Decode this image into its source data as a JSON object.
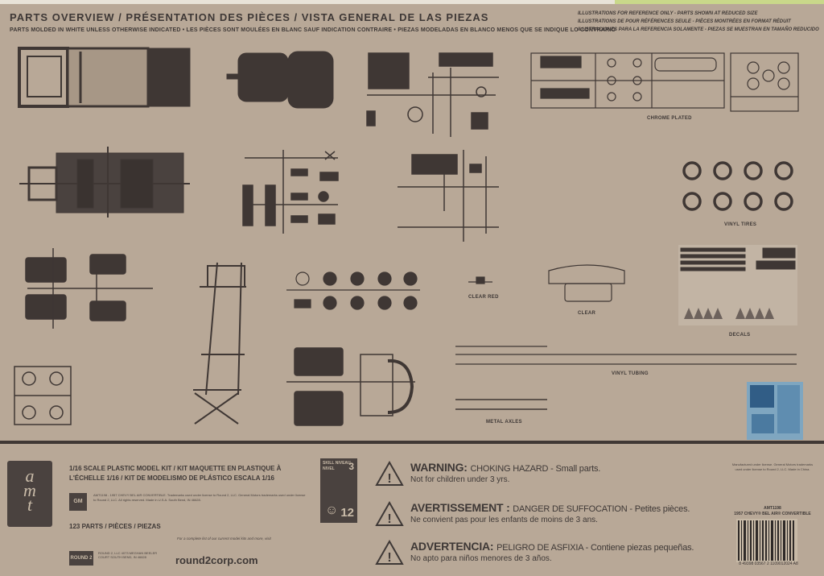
{
  "header": {
    "title": "PARTS OVERVIEW / PRÉSENTATION DES PIÈCES / VISTA GENERAL DE LAS PIEZAS",
    "subtitle": "PARTS MOLDED IN WHITE UNLESS OTHERWISE INDICATED • LES PIÈCES SONT MOULÉES EN BLANC SAUF INDICATION CONTRAIRE • PIEZAS MODELADAS EN BLANCO MENOS QUE SE INDIQUE LO CONTRARIO",
    "reference": [
      "ILLUSTRATIONS FOR REFERENCE ONLY - PARTS SHOWN AT REDUCED SIZE",
      "ILLUSTRATIONS DE POUR RÉFÉRENCES SEULE - PIÈCES MONTRÉES EN FORMAT RÉDUIT",
      "ILUSTRACIONES PARA LA REFERENCIA SOLAMENTE - PIEZAS SE MUESTRAN EN TAMAÑO REDUCIDO"
    ]
  },
  "labels": {
    "chrome": "CHROME PLATED",
    "tires": "VINYL TIRES",
    "clear_red": "CLEAR RED",
    "clear": "CLEAR",
    "decals": "DECALS",
    "tubing": "VINYL TUBING",
    "axles": "METAL AXLES"
  },
  "footer": {
    "brand": [
      "a",
      "m",
      "t"
    ],
    "kit_line1": "1/16 SCALE PLASTIC MODEL KIT / KIT MAQUETTE EN PLASTIQUE À",
    "kit_line2": "L'ÉCHELLE 1/16 / KIT DE MODELISMO DE PLÁSTICO ESCALA 1/16",
    "gm": "GM",
    "legal": "AMT1198 - 1957 CHEVY BEL AIR CONVERTIBLE. Trademarks used under license to Round 2, LLC. General Motors trademarks used under license to Round 2, LLC. All rights reserved. Made in U.S.A. South Bend, IN 46628.",
    "parts": "123 PARTS / PIÈCES / PIEZAS",
    "small_print": "For a complete list of our current model kits and more, visit",
    "website": "round2corp.com",
    "round2": "ROUND 2",
    "address": "ROUND 2, LLC 4073 MEGHAN BEELER COURT SOUTH BEND, IN 46628",
    "skill": {
      "title": "SKILL NIVEAU NIVEL",
      "level": "3",
      "age": "12"
    },
    "warnings": [
      {
        "head": "WARNING:",
        "hazard": "CHOKING HAZARD",
        "tail": " - Small parts.",
        "line2": "Not for children under 3 yrs."
      },
      {
        "head": "AVERTISSEMENT :",
        "hazard": "DANGER DE SUFFOCATION",
        "tail": " - Petites pièces.",
        "line2": "Ne convient pas pour les enfants de moins de 3 ans."
      },
      {
        "head": "ADVERTENCIA:",
        "hazard": "PELIGRO DE ASFIXIA",
        "tail": " - Contiene piezas pequeñas.",
        "line2": "No apto para niños menores de 3 años."
      }
    ],
    "right_info": "Manufactured under license. General Motors trademarks used under license to Round 2, LLC. Made in China.",
    "model": "AMT1198\n1957 CHEVY® BEL AIR® CONVERTIBLE",
    "barcode_number": "8 49398 03567 2",
    "code": "1109012024 A8"
  },
  "colors": {
    "board": "#b8a897",
    "ink": "#3e3836",
    "divider": "#403835"
  }
}
